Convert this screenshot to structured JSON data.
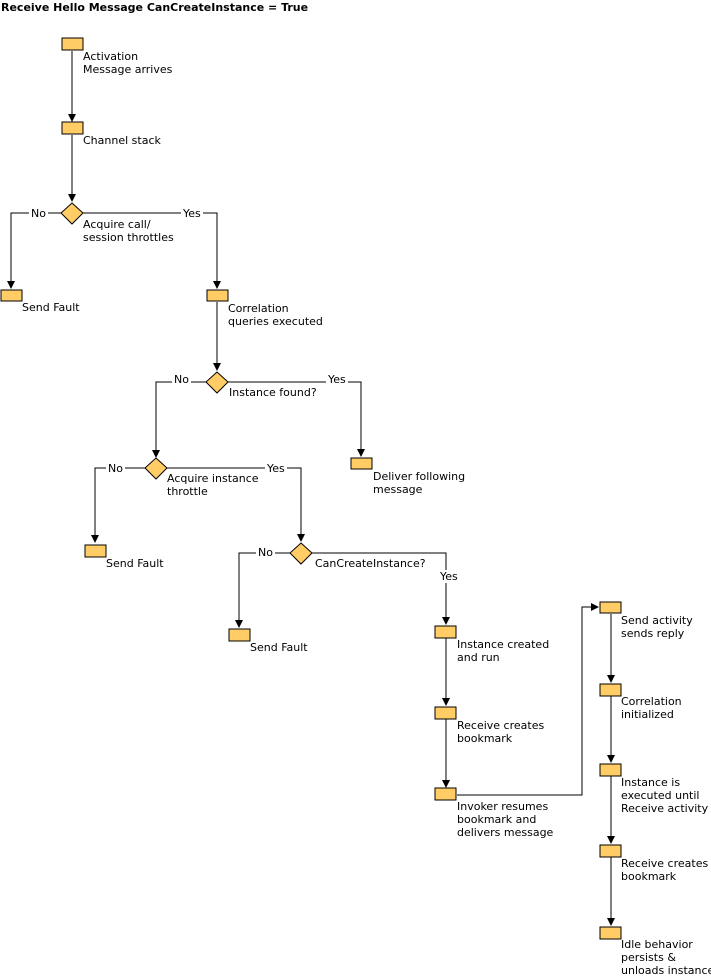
{
  "title": "Receive Hello Message CanCreateInstance = True",
  "steps": {
    "activation": "Activation\nMessage arrives",
    "channel_stack": "Channel stack",
    "acquire_call": "Acquire call/\nsession throttles",
    "send_fault_1": "Send Fault",
    "correlation_queries": "Correlation\nqueries executed",
    "instance_found": "Instance found?",
    "deliver_following": "Deliver following\nmessage",
    "acquire_instance": "Acquire instance\nthrottle",
    "send_fault_2": "Send Fault",
    "can_create_instance": "CanCreateInstance?",
    "send_fault_3": "Send Fault",
    "instance_created": "Instance created\nand run",
    "receive_bookmark_1": "Receive creates\nbookmark",
    "invoker_resumes": "Invoker resumes\nbookmark and\ndelivers message",
    "send_activity": "Send activity\nsends reply",
    "correlation_initialized": "Correlation\ninitialized",
    "instance_executed": "Instance is\nexecuted until\nReceive activity",
    "receive_bookmark_2": "Receive creates\nbookmark",
    "idle_behavior": "Idle behavior\npersists &\nunloads instance"
  },
  "branch_labels": {
    "no": "No",
    "yes": "Yes"
  },
  "colors": {
    "box_fill": "#FFCC66",
    "box_stroke": "#000000",
    "line": "#000000"
  }
}
